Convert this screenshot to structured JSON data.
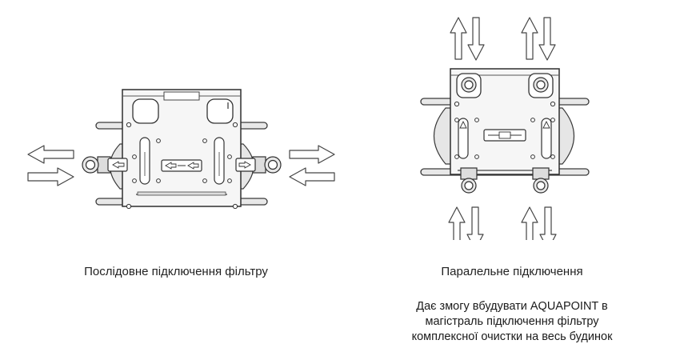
{
  "left_caption": "Послідовне підключення фільтру",
  "right_caption": "Паралельне підключення",
  "right_description": [
    "Дає змогу вбудувати AQUAPOINT в",
    "магістраль підключення фільтру",
    "комплексної очистки на весь будинок"
  ],
  "colors": {
    "line": "#3a3a3a",
    "fill": "#f4f4f4",
    "arrow_fill": "#ffffff"
  }
}
